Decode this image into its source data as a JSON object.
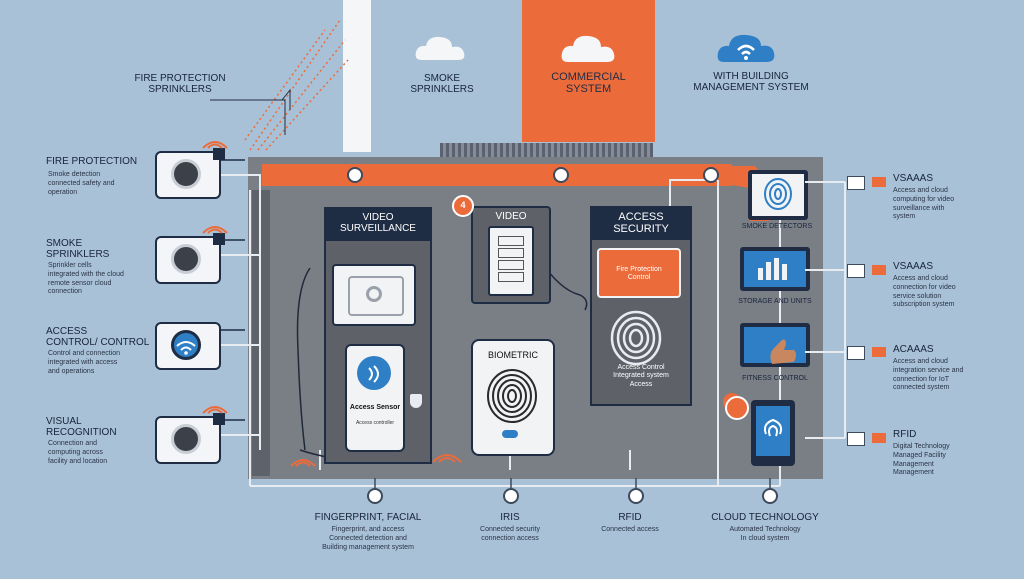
{
  "top": {
    "fire_protection_sprinklers": "FIRE PROTECTION\nSPRINKLERS",
    "smoke_sprinklers": "SMOKE\nSPRINKLERS",
    "commercial_system": "COMMERCIAL\nSYSTEM",
    "with_building": "WITH BUILDING\nMANAGEMENT SYSTEM"
  },
  "left": [
    {
      "title": "FIRE PROTECTION",
      "desc": "Smoke detection\nconnected safety and\noperation"
    },
    {
      "title": "SMOKE\nSPRINKLERS",
      "desc": "Sprinkler cells\nintegrated with the cloud\nremote sensor cloud\nconnection"
    },
    {
      "title": "ACCESS\nCONTROL/ CONTROL",
      "desc": "Control and connection\nintegrated with access\nand operations"
    },
    {
      "title": "VISUAL\nRECOGNITION",
      "desc": "Connection and\ncomputing across\nfacility and location"
    }
  ],
  "center": {
    "video_surveillance": "VIDEO\nSURVEILLANCE",
    "video": "VIDEO",
    "access_security": "ACCESS\nSECURITY",
    "fire_protection": "Fire Protection\nControl",
    "access_sensor": "Access Sensor",
    "access_sensor_sub": "Access controller",
    "biometric": "BIOMETRIC",
    "access_control_caption": "Access Control\nIntegrated system\nAccess",
    "badge_number": "4"
  },
  "right": {
    "smoke_detectors": "SMOKE DETECTORS",
    "storage_units": "STORAGE AND UNITS",
    "fitness_control": "FITNESS CONTROL",
    "items": [
      {
        "title": "VSAAAS",
        "desc": "Access and cloud\ncomputing for video\nsurveillance with\nsystem"
      },
      {
        "title": "VSAAAS",
        "desc": "Access and cloud\nconnection for video\nservice solution\nsubscription system"
      },
      {
        "title": "ACAAAS",
        "desc": "Access and cloud\nintegration service and\nconnection for IoT\nconnected system"
      },
      {
        "title": "RFID",
        "desc": "Digital Technology\nManaged Facility\nManagement\nManagement"
      }
    ]
  },
  "bottom": [
    {
      "title": "FINGERPRINT, FACIAL",
      "desc": "Fingerprint, and access\nConnected detection and\nBuilding management system"
    },
    {
      "title": "IRIS",
      "desc": "Connected security\nconnection access"
    },
    {
      "title": "RFID",
      "desc": "Connected access"
    },
    {
      "title": "CLOUD TECHNOLOGY",
      "desc": "Automated Technology\nIn cloud system"
    }
  ],
  "colors": {
    "background": "#a9c1d6",
    "orange": "#ec6b3a",
    "navy": "#1e2d44",
    "blue": "#2f7fc6",
    "panel": "#7a7f86"
  }
}
